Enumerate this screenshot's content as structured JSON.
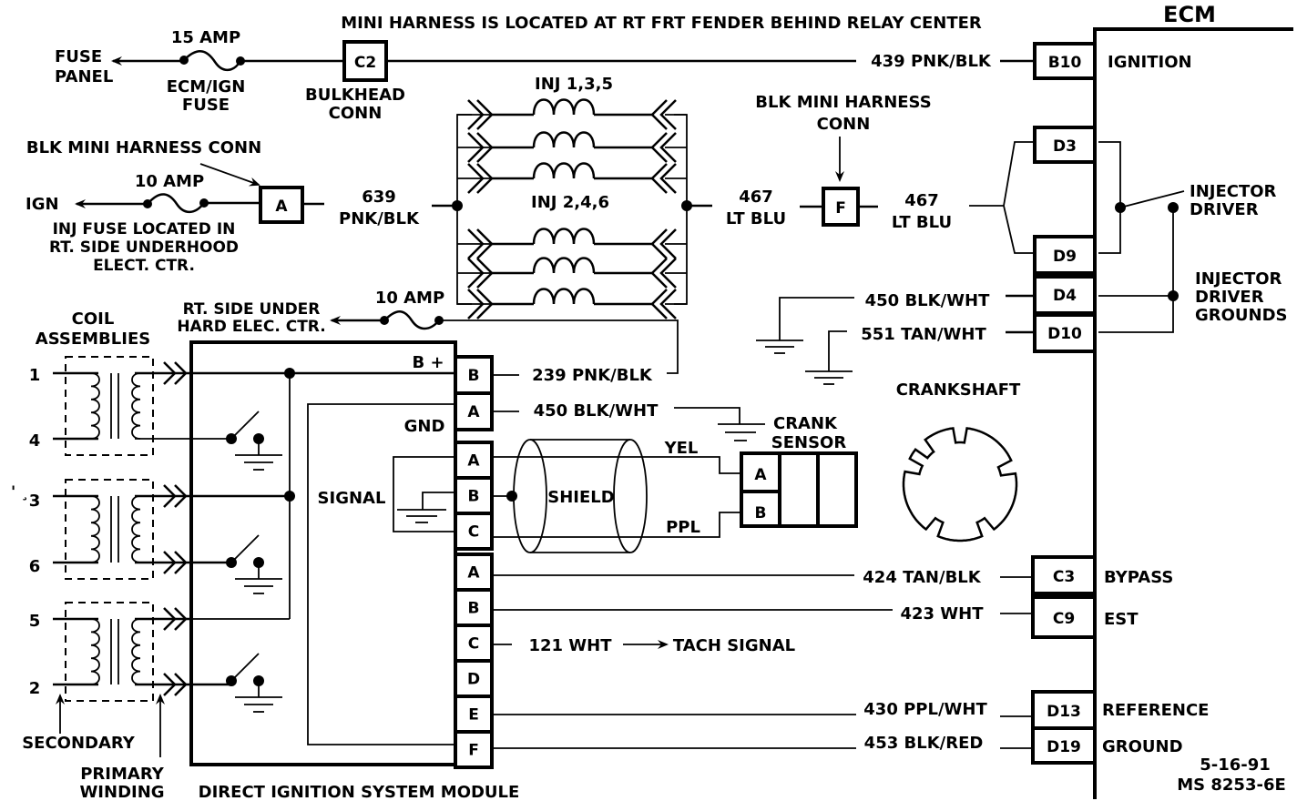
{
  "diagram": {
    "title_note": "MINI HARNESS IS LOCATED  AT RT FRT FENDER BEHIND RELAY CENTER",
    "ecm": {
      "label": "ECM",
      "pins": {
        "B10": {
          "pin": "B10",
          "function": "IGNITION"
        },
        "D3": {
          "pin": "D3"
        },
        "D9": {
          "pin": "D9"
        },
        "D4": {
          "pin": "D4"
        },
        "D10": {
          "pin": "D10"
        },
        "C3": {
          "pin": "C3",
          "function": "BYPASS"
        },
        "C9": {
          "pin": "C9",
          "function": "EST"
        },
        "D13": {
          "pin": "D13",
          "function": "REFERENCE"
        },
        "D19": {
          "pin": "D19",
          "function": "GROUND"
        }
      },
      "injector_driver": [
        "INJECTOR",
        "DRIVER"
      ],
      "injector_driver_grounds": [
        "INJECTOR",
        "DRIVER",
        "GROUNDS"
      ]
    },
    "fuse_panel": [
      "FUSE",
      "PANEL"
    ],
    "fuse_ecm": {
      "rating": "15 AMP",
      "name": [
        "ECM/IGN",
        "FUSE"
      ]
    },
    "bulkhead": {
      "pin": "C2",
      "name": [
        "BULKHEAD",
        "CONN"
      ]
    },
    "wires": {
      "w439": "439 PNK/BLK",
      "w639": [
        "639",
        "PNK/BLK"
      ],
      "w467a": [
        "467",
        "LT BLU"
      ],
      "w467b": [
        "467",
        "LT BLU"
      ],
      "w450_ecm": "450 BLK/WHT",
      "w551": "551 TAN/WHT",
      "w239": "239 PNK/BLK",
      "w450_dis": "450  BLK/WHT",
      "yel": "YEL",
      "ppl": "PPL",
      "w424": "424 TAN/BLK",
      "w423": "423 WHT",
      "w121": "121 WHT",
      "tach": "TACH SIGNAL",
      "w430": "430 PPL/WHT",
      "w453": "453 BLK/RED"
    },
    "ign_circuit": {
      "harness_label": "BLK MINI HARNESS CONN",
      "ign": "IGN",
      "rating": "10 AMP",
      "connector": "A",
      "fuse_note": [
        "INJ FUSE LOCATED IN",
        "RT. SIDE UNDERHOOD",
        "ELECT. CTR."
      ]
    },
    "injectors": {
      "bank1": "INJ 1,3,5",
      "bank2": "INJ 2,4,6"
    },
    "blk_mini_harness": {
      "label": [
        "BLK MINI HARNESS",
        "CONN"
      ],
      "connector": "F"
    },
    "dis_fuse": {
      "rating": "10 AMP",
      "location": [
        "RT. SIDE UNDER",
        "HARD ELEC. CTR."
      ]
    },
    "coils": {
      "title": [
        "COIL",
        "ASSEMBLIES"
      ],
      "terminals": [
        "1",
        "4",
        "3",
        "6",
        "5",
        "2"
      ],
      "secondary": "SECONDARY",
      "primary": [
        "PRIMARY",
        "WINDING"
      ],
      "stray_mark": "' ¸"
    },
    "dis_module": {
      "name": "DIRECT IGNITION SYSTEM MODULE",
      "bplus": "B +",
      "gnd": "GND",
      "signal": "SIGNAL",
      "shield": "SHIELD",
      "pins_top": [
        "B",
        "A"
      ],
      "pins_mid": [
        "A",
        "B",
        "C"
      ],
      "pins_bot": [
        "A",
        "B",
        "C",
        "D",
        "E",
        "F"
      ]
    },
    "crank_sensor": {
      "label": [
        "CRANK",
        "SENSOR"
      ],
      "pins": [
        "A",
        "B"
      ]
    },
    "crankshaft": "CRANKSHAFT",
    "footer": {
      "date": "5-16-91",
      "code": "MS 8253-6E"
    }
  }
}
